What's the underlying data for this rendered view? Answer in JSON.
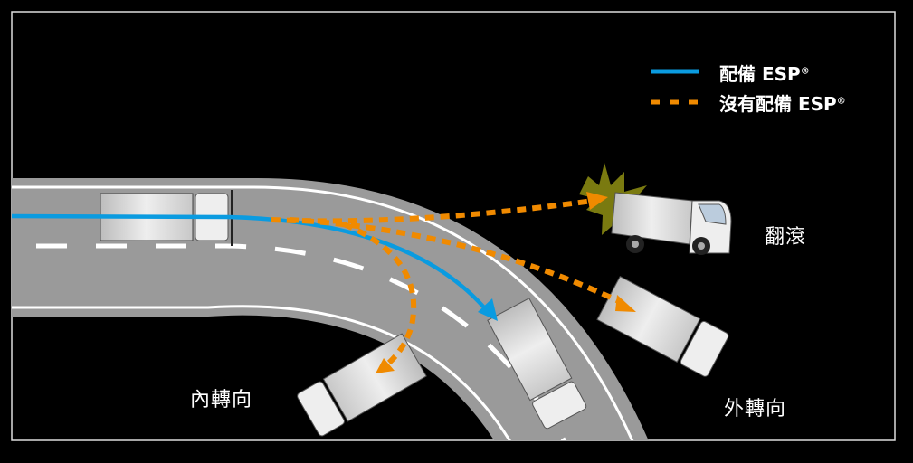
{
  "legend": {
    "with_esp": {
      "label": "配備 ESP",
      "mark": "®",
      "color": "#0a9be0",
      "style": "solid"
    },
    "without_esp": {
      "label": "沒有配備 ESP",
      "mark": "®",
      "color": "#f08a00",
      "style": "dashed"
    }
  },
  "labels": {
    "rollover": "翻滾",
    "understeer": "內轉向",
    "oversteer": "外轉向"
  },
  "colors": {
    "background": "#000000",
    "road": "#9a9a9a",
    "impact": "#7a7a10"
  }
}
